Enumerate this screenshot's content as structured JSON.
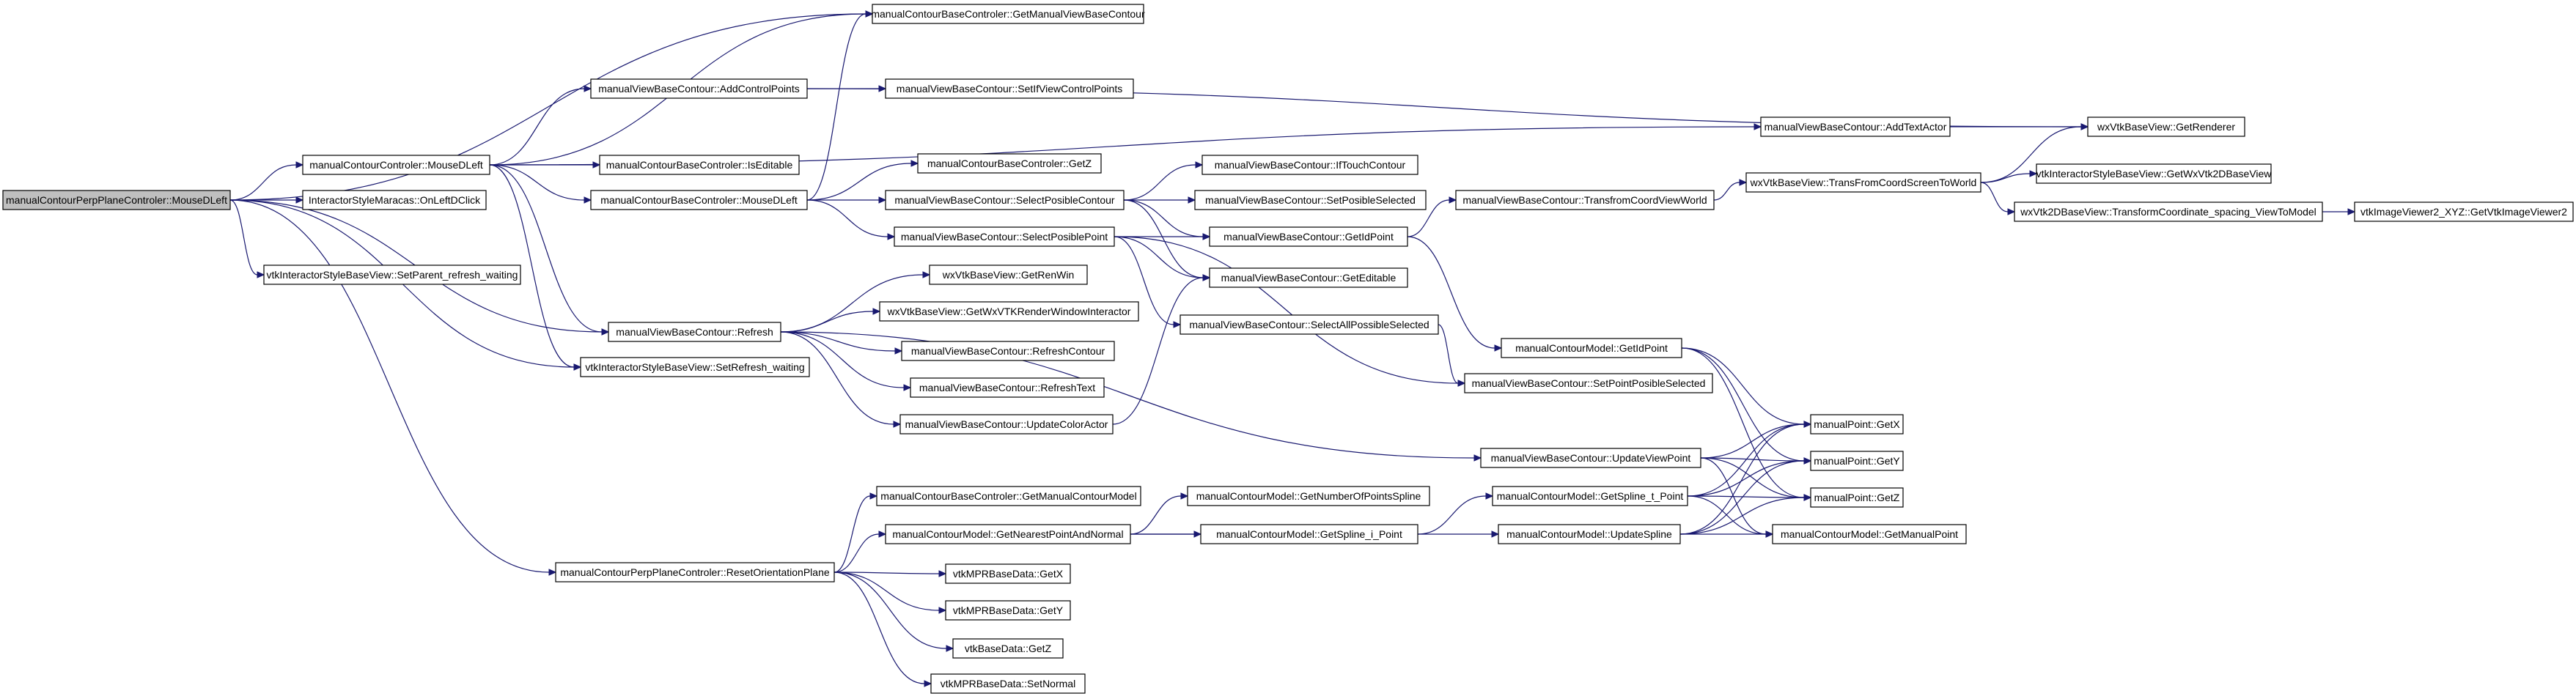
{
  "nodes": [
    {
      "id": "root",
      "label": "manualContourPerpPlaneControler::MouseDLeft"
    },
    {
      "id": "getManual",
      "label": "manualContourBaseControler::GetManualViewBaseContour"
    },
    {
      "id": "ccMouse",
      "label": "manualContourControler::MouseDLeft"
    },
    {
      "id": "onLeftDClick",
      "label": "InteractorStyleMaracas::OnLeftDClick"
    },
    {
      "id": "setParentRefresh",
      "label": "vtkInteractorStyleBaseView::SetParent_refresh_waiting"
    },
    {
      "id": "addCP",
      "label": "manualViewBaseContour::AddControlPoints"
    },
    {
      "id": "isEditable",
      "label": "manualContourBaseControler::IsEditable"
    },
    {
      "id": "baseMouse",
      "label": "manualContourBaseControler::MouseDLeft"
    },
    {
      "id": "refresh",
      "label": "manualViewBaseContour::Refresh"
    },
    {
      "id": "setRefresh",
      "label": "vtkInteractorStyleBaseView::SetRefresh_waiting"
    },
    {
      "id": "resetOrient",
      "label": "manualContourPerpPlaneControler::ResetOrientationPlane"
    },
    {
      "id": "setIfView",
      "label": "manualViewBaseContour::SetIfViewControlPoints"
    },
    {
      "id": "getZc",
      "label": "manualContourBaseControler::GetZ"
    },
    {
      "id": "selContour",
      "label": "manualViewBaseContour::SelectPosibleContour"
    },
    {
      "id": "selPoint",
      "label": "manualViewBaseContour::SelectPosiblePoint"
    },
    {
      "id": "getRenWin",
      "label": "wxVtkBaseView::GetRenWin"
    },
    {
      "id": "getWxRWI",
      "label": "wxVtkBaseView::GetWxVTKRenderWindowInteractor"
    },
    {
      "id": "refContour",
      "label": "manualViewBaseContour::RefreshContour"
    },
    {
      "id": "refText",
      "label": "manualViewBaseContour::RefreshText"
    },
    {
      "id": "updColor",
      "label": "manualViewBaseContour::UpdateColorActor"
    },
    {
      "id": "getMCModel",
      "label": "manualContourBaseControler::GetManualContourModel"
    },
    {
      "id": "nearest",
      "label": "manualContourModel::GetNearestPointAndNormal"
    },
    {
      "id": "mprX",
      "label": "vtkMPRBaseData::GetX"
    },
    {
      "id": "mprY",
      "label": "vtkMPRBaseData::GetY"
    },
    {
      "id": "baseZ",
      "label": "vtkBaseData::GetZ"
    },
    {
      "id": "setNormal",
      "label": "vtkMPRBaseData::SetNormal"
    },
    {
      "id": "ifTouch",
      "label": "manualViewBaseContour::IfTouchContour"
    },
    {
      "id": "setPosSel",
      "label": "manualViewBaseContour::SetPosibleSelected"
    },
    {
      "id": "getIdPointV",
      "label": "manualViewBaseContour::GetIdPoint"
    },
    {
      "id": "getEditable",
      "label": "manualViewBaseContour::GetEditable"
    },
    {
      "id": "selAll",
      "label": "manualViewBaseContour::SelectAllPossibleSelected"
    },
    {
      "id": "numSpline",
      "label": "manualContourModel::GetNumberOfPointsSpline"
    },
    {
      "id": "splineI",
      "label": "manualContourModel::GetSpline_i_Point"
    },
    {
      "id": "addText",
      "label": "manualViewBaseContour::AddTextActor"
    },
    {
      "id": "transCoord",
      "label": "manualViewBaseContour::TransfromCoordViewWorld"
    },
    {
      "id": "getIdPointM",
      "label": "manualContourModel::GetIdPoint"
    },
    {
      "id": "setPointPos",
      "label": "manualViewBaseContour::SetPointPosibleSelected"
    },
    {
      "id": "updView",
      "label": "manualViewBaseContour::UpdateViewPoint"
    },
    {
      "id": "splineT",
      "label": "manualContourModel::GetSpline_t_Point"
    },
    {
      "id": "updSpline",
      "label": "manualContourModel::UpdateSpline"
    },
    {
      "id": "getRenderer",
      "label": "wxVtkBaseView::GetRenderer"
    },
    {
      "id": "transScreen",
      "label": "wxVtkBaseView::TransFromCoordScreenToWorld"
    },
    {
      "id": "getWxVtk2D",
      "label": "vtkInteractorStyleBaseView::GetWxVtk2DBaseView"
    },
    {
      "id": "transform2D",
      "label": "wxVtk2DBaseView::TransformCoordinate_spacing_ViewToModel"
    },
    {
      "id": "getVtkIV2",
      "label": "vtkImageViewer2_XYZ::GetVtkImageViewer2"
    },
    {
      "id": "mpX",
      "label": "manualPoint::GetX"
    },
    {
      "id": "mpY",
      "label": "manualPoint::GetY"
    },
    {
      "id": "mpZ",
      "label": "manualPoint::GetZ"
    },
    {
      "id": "getManualPoint",
      "label": "manualContourModel::GetManualPoint"
    }
  ],
  "edges": [
    [
      "root",
      "getManual"
    ],
    [
      "root",
      "ccMouse"
    ],
    [
      "root",
      "onLeftDClick"
    ],
    [
      "root",
      "setParentRefresh"
    ],
    [
      "root",
      "refresh"
    ],
    [
      "root",
      "setRefresh"
    ],
    [
      "root",
      "resetOrient"
    ],
    [
      "ccMouse",
      "getManual"
    ],
    [
      "ccMouse",
      "addCP"
    ],
    [
      "ccMouse",
      "isEditable"
    ],
    [
      "ccMouse",
      "baseMouse"
    ],
    [
      "ccMouse",
      "refresh"
    ],
    [
      "ccMouse",
      "setRefresh"
    ],
    [
      "ccMouse",
      "addText"
    ],
    [
      "addCP",
      "setIfView"
    ],
    [
      "addCP",
      "getRenderer"
    ],
    [
      "baseMouse",
      "getManual"
    ],
    [
      "baseMouse",
      "getZc"
    ],
    [
      "baseMouse",
      "selContour"
    ],
    [
      "baseMouse",
      "selPoint"
    ],
    [
      "selContour",
      "ifTouch"
    ],
    [
      "selContour",
      "setPosSel"
    ],
    [
      "selContour",
      "getIdPointV"
    ],
    [
      "selContour",
      "getEditable"
    ],
    [
      "selPoint",
      "getIdPointV"
    ],
    [
      "selPoint",
      "getEditable"
    ],
    [
      "selPoint",
      "selAll"
    ],
    [
      "selPoint",
      "setPointPos"
    ],
    [
      "refresh",
      "getRenWin"
    ],
    [
      "refresh",
      "getWxRWI"
    ],
    [
      "refresh",
      "refContour"
    ],
    [
      "refresh",
      "refText"
    ],
    [
      "refresh",
      "updColor"
    ],
    [
      "refresh",
      "updView"
    ],
    [
      "updColor",
      "getEditable"
    ],
    [
      "resetOrient",
      "getMCModel"
    ],
    [
      "resetOrient",
      "nearest"
    ],
    [
      "resetOrient",
      "mprX"
    ],
    [
      "resetOrient",
      "mprY"
    ],
    [
      "resetOrient",
      "baseZ"
    ],
    [
      "resetOrient",
      "setNormal"
    ],
    [
      "nearest",
      "numSpline"
    ],
    [
      "nearest",
      "splineI"
    ],
    [
      "nearest",
      "updSpline"
    ],
    [
      "splineI",
      "splineT"
    ],
    [
      "getIdPointV",
      "transCoord"
    ],
    [
      "getIdPointV",
      "getIdPointM"
    ],
    [
      "transCoord",
      "transScreen"
    ],
    [
      "transScreen",
      "getRenderer"
    ],
    [
      "transScreen",
      "getWxVtk2D"
    ],
    [
      "transScreen",
      "transform2D"
    ],
    [
      "transform2D",
      "getVtkIV2"
    ],
    [
      "addText",
      "getRenderer"
    ],
    [
      "getIdPointM",
      "mpX"
    ],
    [
      "getIdPointM",
      "mpY"
    ],
    [
      "getIdPointM",
      "mpZ"
    ],
    [
      "selAll",
      "setPointPos"
    ],
    [
      "updView",
      "mpX"
    ],
    [
      "updView",
      "mpY"
    ],
    [
      "updView",
      "mpZ"
    ],
    [
      "updView",
      "getManualPoint"
    ],
    [
      "splineT",
      "mpX"
    ],
    [
      "splineT",
      "mpY"
    ],
    [
      "splineT",
      "mpZ"
    ],
    [
      "splineT",
      "getManualPoint"
    ],
    [
      "updSpline",
      "mpX"
    ],
    [
      "updSpline",
      "mpY"
    ],
    [
      "updSpline",
      "mpZ"
    ],
    [
      "updSpline",
      "getManualPoint"
    ]
  ]
}
